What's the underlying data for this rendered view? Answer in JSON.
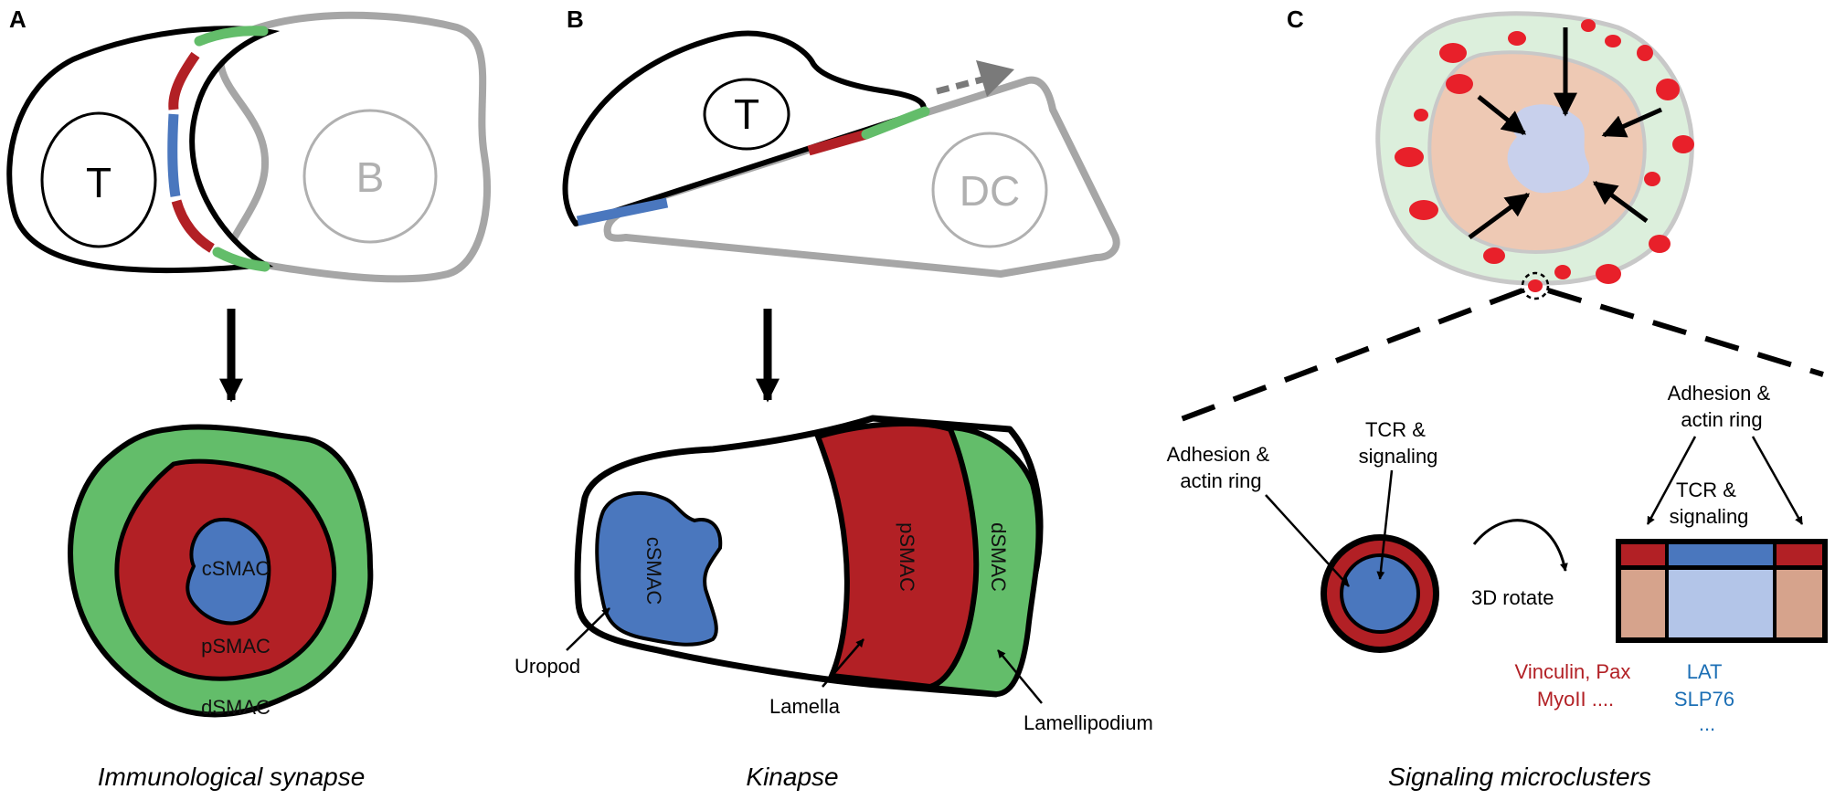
{
  "panels": {
    "a": {
      "letter": "A",
      "t_cell_label": "T",
      "b_cell_label": "B",
      "labels": {
        "csmac": "cSMAC",
        "psmac": "pSMAC",
        "dsmac": "dSMAC"
      },
      "caption": "Immunological synapse"
    },
    "b": {
      "letter": "B",
      "t_cell_label": "T",
      "dc_label": "DC",
      "labels": {
        "csmac": "cSMAC",
        "psmac": "pSMAC",
        "dsmac": "dSMAC"
      },
      "annotations": {
        "uropod": "Uropod",
        "lamella": "Lamella",
        "lamellipodium": "Lamellipodium"
      },
      "caption": "Kinapse"
    },
    "c": {
      "letter": "C",
      "left_labels": {
        "adhesion": [
          "Adhesion &",
          "actin ring"
        ],
        "tcr": [
          "TCR &",
          "signaling"
        ]
      },
      "rotate_label": "3D rotate",
      "right_labels": {
        "adhesion": [
          "Adhesion &",
          "actin ring"
        ],
        "tcr": [
          "TCR &",
          "signaling"
        ]
      },
      "adhesion_molecules": [
        "Vinculin, Pax",
        "MyoII ...."
      ],
      "signaling_molecules": [
        "LAT",
        "SLP76",
        "..."
      ],
      "caption": "Signaling microclusters"
    }
  },
  "colors": {
    "green": "#63bd6a",
    "red": "#b22025",
    "blue": "#4a77be",
    "gray": "#a6a6a6",
    "pale_green": "#dcefdc",
    "pale_pink": "#eec9b4",
    "pale_lavender": "#c8d0ec",
    "dot_red": "#e8202a",
    "light_blue": "#b3c5e8",
    "tan": "#d6a38c",
    "red_text": "#b22025",
    "blue_text": "#1c6fb5"
  }
}
